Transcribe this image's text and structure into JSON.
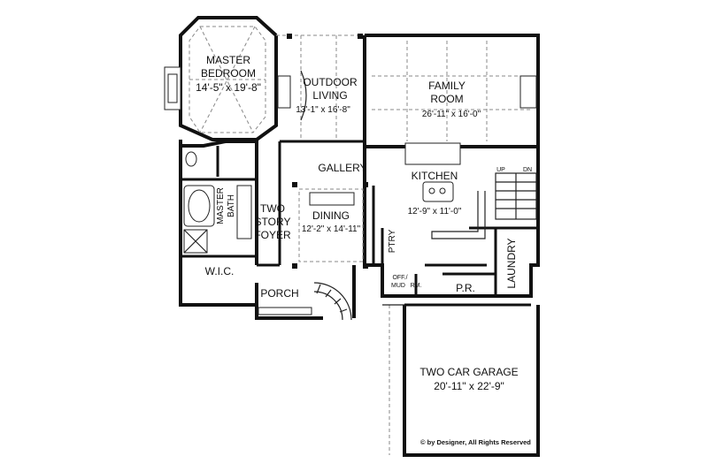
{
  "rooms": {
    "master_bedroom": {
      "name_line1": "MASTER",
      "name_line2": "BEDROOM",
      "size": "14'-5\" x 19'-8\""
    },
    "outdoor_living": {
      "name_line1": "OUTDOOR",
      "name_line2": "LIVING",
      "size": "13'-1\" x 16'-8\""
    },
    "family_room": {
      "name_line1": "FAMILY",
      "name_line2": "ROOM",
      "size": "26'-11\" x 16'-0\""
    },
    "gallery": {
      "name": "GALLERY"
    },
    "kitchen": {
      "name": "KITCHEN",
      "size": "12'-9\" x 11'-0\""
    },
    "master_bath": {
      "name_line1": "MASTER",
      "name_line2": "BATH"
    },
    "foyer": {
      "name_line1": "TWO",
      "name_line2": "STORY",
      "name_line3": "FOYER"
    },
    "dining": {
      "name": "DINING",
      "size": "12'-2\" x 14'-11\""
    },
    "pantry": {
      "name": "PTRY"
    },
    "laundry": {
      "name": "LAUNDRY"
    },
    "wic": {
      "name": "W.I.C."
    },
    "office_mud": {
      "name_line1": "OFF./",
      "name_line2": "MUD",
      "name_line3": "RM."
    },
    "powder_room": {
      "name": "P.R."
    },
    "porch": {
      "name": "PORCH"
    },
    "garage": {
      "name": "TWO CAR GARAGE",
      "size": "20'-11\" x 22'-9\""
    }
  },
  "stairs": {
    "up_label": "UP",
    "down_label": "DN"
  },
  "copyright": "© by Designer, All Rights Reserved"
}
